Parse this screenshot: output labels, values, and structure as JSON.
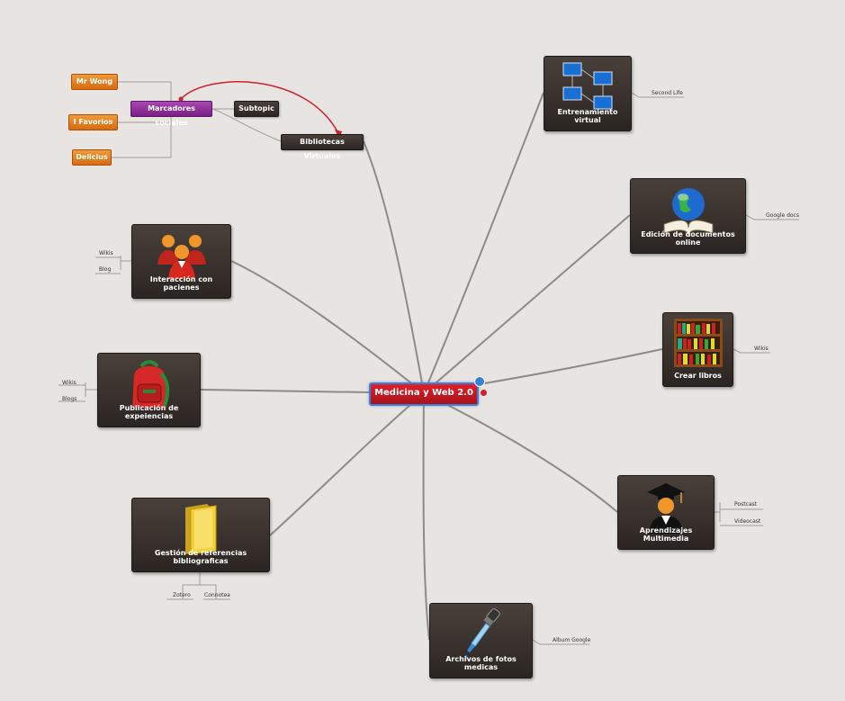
{
  "central": {
    "label": "Medicina y Web 2.0"
  },
  "topics": {
    "entrenamiento": "Entrenamiento virtual",
    "edicion": "Edición de documentos online",
    "crear_libros": "Crear libros",
    "aprendizajes": "Aprendizajes Multimedia",
    "archivos": "Archivos de fotos medicas",
    "gestion": "Gestión de referencias bibliograficas",
    "publicacion": "Publicación de expeiencias",
    "interaccion": "Interacción con pacienes",
    "bibliotecas": "Bibliotecas Virtuales"
  },
  "subtopics": {
    "marcadores": "Marcadores sociales",
    "subtopic": "Subtopic",
    "mr_wong": "Mr Wong",
    "favorios": "I Favorios",
    "delicius": "Delicius"
  },
  "leaves": {
    "second_life": "Second Life",
    "google_docs": "Google docs",
    "wikis_libros": "Wikis",
    "postcast": "Postcast",
    "videocast": "Videocast",
    "album_google": "Album Google",
    "zotero": "Zotero",
    "connotea": "Connotea",
    "wikis_pub": "Wikis",
    "blogs_pub": "Blogs",
    "wikis_int": "Wikis",
    "blog_int": "Blog"
  },
  "colors": {
    "background": "#e7e4e1",
    "central": "#c8161f",
    "central_border": "#3b7fd8",
    "topic": "#3a322e",
    "orange": "#e07b1e",
    "purple": "#8e2a9a",
    "link": "#d0202a"
  },
  "icons": {
    "entrenamiento": "computer-network-icon",
    "edicion": "globe-book-icon",
    "crear_libros": "bookshelf-icon",
    "aprendizajes": "graduate-icon",
    "archivos": "dropper-icon",
    "gestion": "folder-icon",
    "publicacion": "backpack-icon",
    "interaccion": "people-icon"
  }
}
